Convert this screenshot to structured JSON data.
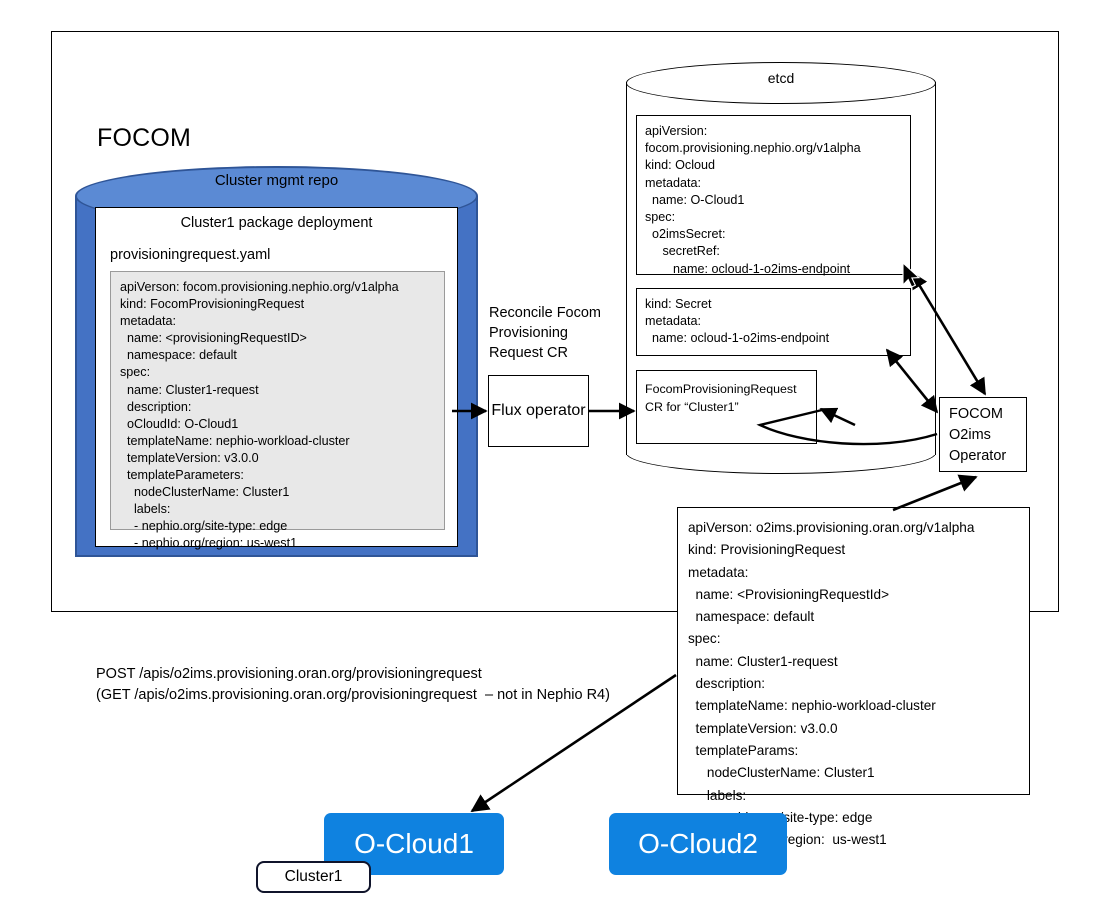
{
  "diagram": {
    "outer_frame_label": "FOCOM",
    "repo": {
      "label": "Cluster mgmt repo",
      "package_title": "Cluster1 package deployment",
      "file_name": "provisioningrequest.yaml",
      "yaml": "apiVerson: focom.provisioning.nephio.org/v1alpha\nkind: FocomProvisioningRequest\nmetadata:\n  name: <provisioningRequestID>\n  namespace: default\nspec:\n  name: Cluster1-request\n  description:\n  oCloudId: O-Cloud1\n  templateName: nephio-workload-cluster\n  templateVersion: v3.0.0\n  templateParameters:\n    nodeClusterName: Cluster1\n    labels:\n    - nephio.org/site-type: edge\n    - nephio.org/region: us-west1"
    },
    "reconcile_label": "Reconcile Focom\nProvisioning\nRequest CR",
    "flux_operator": "Flux\noperator",
    "etcd": {
      "label": "etcd",
      "ocloud_cr": "apiVersion:\nfocom.provisioning.nephio.org/v1alpha\nkind: Ocloud\nmetadata:\n  name: O-Cloud1\nspec:\n  o2imsSecret:\n     secretRef:\n        name: ocloud-1-o2ims-endpoint",
      "secret_cr": "kind: Secret\nmetadata:\n  name: ocloud-1-o2ims-endpoint",
      "focom_pr_cr": "FocomProvisioningRequest\nCR for “Cluster1”"
    },
    "focom_o2ims_operator": "FOCOM\nO2ims\nOperator",
    "provisioning_request_yaml": "apiVerson: o2ims.provisioning.oran.org/v1alpha\nkind: ProvisioningRequest\nmetadata:\n  name: <ProvisioningRequestId>\n  namespace: default\nspec:\n  name: Cluster1-request\n  description:\n  templateName: nephio-workload-cluster\n  templateVersion: v3.0.0\n  templateParams:\n     nodeClusterName: Cluster1\n     labels:\n     - nephio.org/site-type: edge\n     - nephio.org/region:  us-west1",
    "api_note_line1": "POST /apis/o2ims.provisioning.oran.org/provisioningrequest",
    "api_note_line2": "(GET /apis/o2ims.provisioning.oran.org/provisioningrequest  – not in Nephio R4)",
    "ocloud1_label": "O-Cloud1",
    "ocloud2_label": "O-Cloud2",
    "cluster_tag_label": "Cluster1"
  },
  "colors": {
    "repo_body": "#4472c4",
    "repo_top": "#5b8ad4",
    "repo_border": "#2f5597",
    "ocloud_blue": "#0f82e0",
    "cluster_tag_border": "#10142b",
    "yaml_bg": "#e8e8e8",
    "line": "#000000"
  }
}
